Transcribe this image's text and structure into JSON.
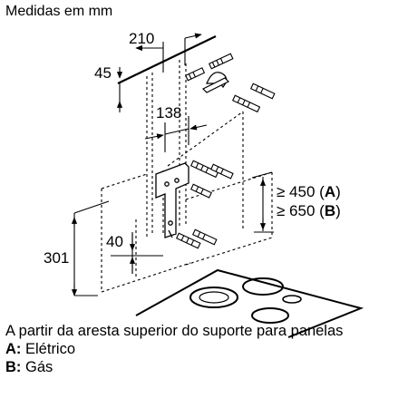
{
  "title": "Medidas em mm",
  "dimensions": {
    "d210": "210",
    "d45": "45",
    "d138": "138",
    "d40": "40",
    "d301": "301"
  },
  "clearance": {
    "a_prefix": "≥ 450 (",
    "a_key": "A",
    "a_suffix": ")",
    "b_prefix": "≥ 650 (",
    "b_key": "B",
    "b_suffix": ")"
  },
  "caption": {
    "line1": "A partir da aresta superior do suporte para panelas",
    "a_key": "A:",
    "a_text": " Elétrico",
    "b_key": "B:",
    "b_text": " Gás"
  }
}
